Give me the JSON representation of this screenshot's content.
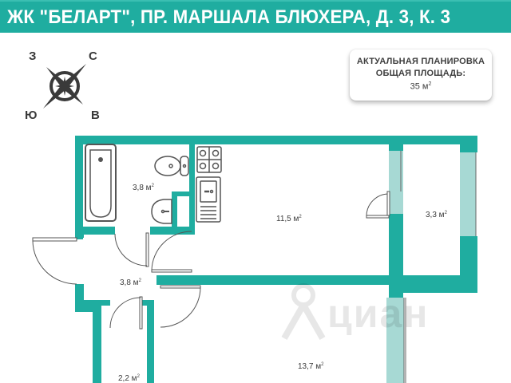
{
  "header": {
    "title": "ЖК \"БЕЛАРТ\", ПР. МАРШАЛА БЛЮХЕРА, Д. 3, К. 3"
  },
  "compass": {
    "icon": "compass-rose-icon",
    "north": "С",
    "west": "З",
    "south": "Ю",
    "east": "В"
  },
  "info_card": {
    "line1": "АКТУАЛЬНАЯ ПЛАНИРОВКА",
    "line2": "ОБЩАЯ ПЛОЩАДЬ:",
    "area_value": "35 м",
    "area_sup": "2"
  },
  "rooms": {
    "bathroom": {
      "area": "3,8 м",
      "sup": "2"
    },
    "kitchen": {
      "area": "11,5 м",
      "sup": "2"
    },
    "balcony": {
      "area": "3,3 м",
      "sup": "2"
    },
    "hallway": {
      "area": "3,8 м",
      "sup": "2"
    },
    "closet": {
      "area": "2,2 м",
      "sup": "2"
    },
    "living_room": {
      "area": "13,7 м",
      "sup": "2"
    }
  },
  "watermark": {
    "text": "циан"
  },
  "colors": {
    "wall": "#1fada0",
    "window": "#a7d9d4",
    "fixture_stroke": "#555555",
    "header_bg": "#1fada0"
  }
}
